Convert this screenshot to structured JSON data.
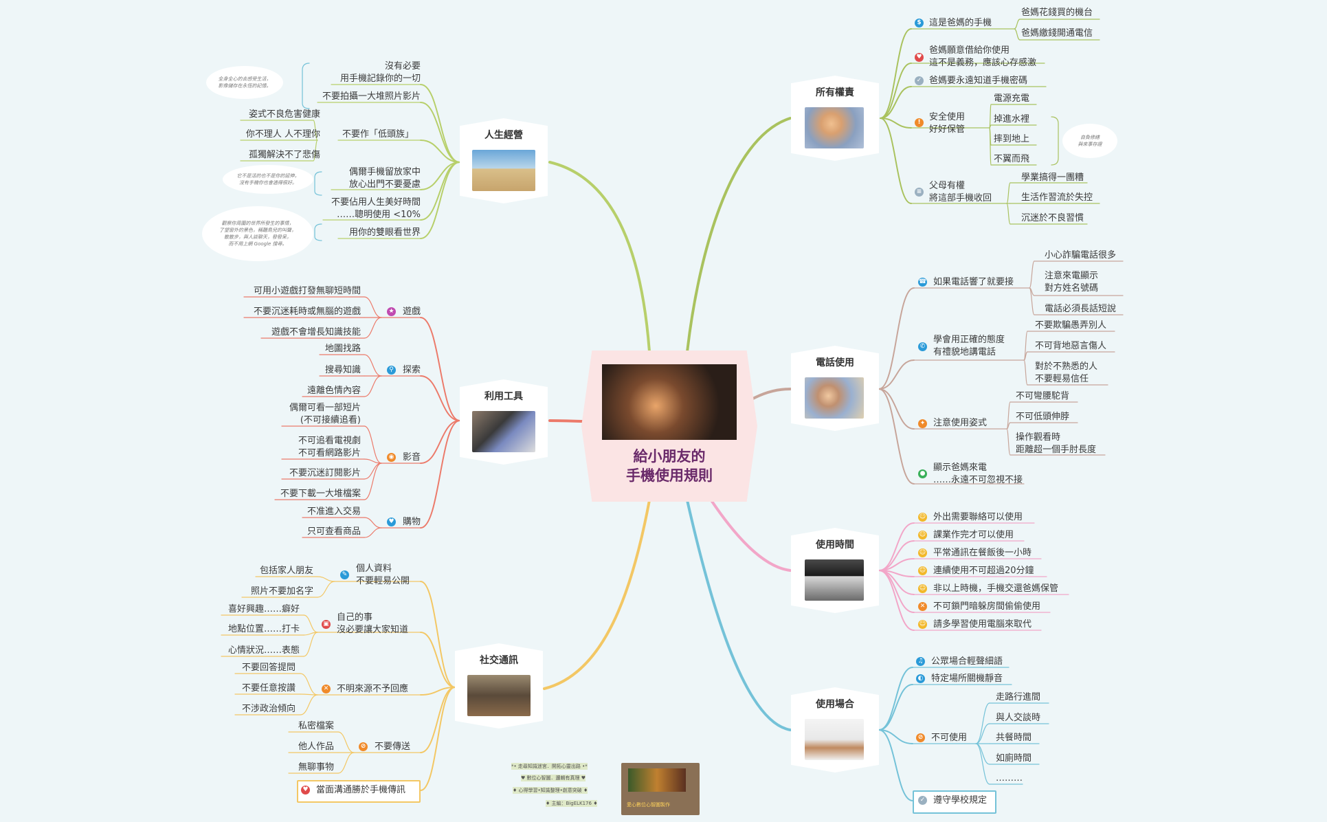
{
  "colors": {
    "rights": "#a9c25e",
    "phone": "#c7a59a",
    "time": "#f2a6c8",
    "place": "#74c2d8",
    "life": "#b7cf6a",
    "tools": "#ec7a6a",
    "social": "#f3c764"
  },
  "center": {
    "title": "給小朋友的\n手機使用規則"
  },
  "branches": {
    "life": {
      "title": "人生經營"
    },
    "tools": {
      "title": "利用工具"
    },
    "social": {
      "title": "社交通訊"
    },
    "rights": {
      "title": "所有權責"
    },
    "phone": {
      "title": "電話使用"
    },
    "time": {
      "title": "使用時間"
    },
    "place": {
      "title": "使用場合"
    }
  },
  "rights": {
    "n1": "這是爸媽的手機",
    "n1a": "爸媽花錢買的機台",
    "n1b": "爸媽繳錢開通電信",
    "n2": "爸媽願意借給你使用\n這不是義務，應該心存感激",
    "n3": "爸媽要永遠知道手機密碼",
    "n4": "安全使用\n好好保管",
    "n4a": "電源充電",
    "n4b": "掉進水裡",
    "n4c": "摔到地上",
    "n4d": "不翼而飛",
    "n4note": "自負修繕\n與來事存證",
    "n5": "父母有權\n將這部手機收回",
    "n5a": "學業搞得一團糟",
    "n5b": "生活作習流於失控",
    "n5c": "沉迷於不良習慣"
  },
  "phone": {
    "p1": "如果電話響了就要接",
    "p1a": "小心詐騙電話很多",
    "p1b": "注意來電顯示\n對方姓名號碼",
    "p1c": "電話必須長話短說",
    "p2": "學會用正確的態度\n有禮貌地講電話",
    "p2a": "不要欺騙愚弄別人",
    "p2b": "不可背地惡言傷人",
    "p2c": "對於不熟悉的人\n不要輕易信任",
    "p3": "注意使用姿式",
    "p3a": "不可彎腰駝背",
    "p3b": "不可低頭伸脖",
    "p3c": "操作觀看時\n距離超一個手肘長度",
    "p4": "顯示爸媽來電\n……永遠不可忽視不接"
  },
  "time": {
    "t1": "外出需要聯絡可以使用",
    "t2": "課業作完才可以使用",
    "t3": "平常通訊在餐飯後一小時",
    "t4": "連續使用不可超過20分鐘",
    "t5": "非以上時機，手機交還爸媽保管",
    "t6": "不可鎖門暗躲房間偷偷使用",
    "t7": "請多學習使用電腦來取代"
  },
  "place": {
    "s1": "公眾場合輕聲細語",
    "s2": "特定場所關機靜音",
    "s3": "不可使用",
    "s3a": "走路行進間",
    "s3b": "與人交談時",
    "s3c": "共餐時間",
    "s3d": "如廁時間",
    "s3e": "………",
    "s4": "遵守學校規定"
  },
  "life": {
    "l1": "沒有必要\n用手機記錄你的一切",
    "l2": "不要拍攝一大堆照片影片",
    "l12note": "全身全心的去感受生活，\n影像儲存在永恆的記憶。",
    "l3": "不要作「低頭族」",
    "l3a": "姿式不良危害健康",
    "l3b": "你不理人 人不理你",
    "l3c": "孤獨解決不了悲傷",
    "l4": "偶爾手機留放家中\n放心出門不要憂慮",
    "l4note": "它不是活的也不是你的延伸，\n沒有手機你也會過得很好。",
    "l5": "不要佔用人生美好時間\n……聰明使用 <10%",
    "l6": "用你的雙眼看世界",
    "l6note": "觀察你周圍的世界所發生的事情，\n了望窗外的景色，稱聽鳥兒的叫聲，\n散散步，與人談聊天，發發呆，\n而不用上網 Google 搜尋。"
  },
  "tools": {
    "g": "遊戲",
    "ga": "可用小遊戲打發無聊短時間",
    "gb": "不要沉迷耗時或無腦的遊戲",
    "gc": "遊戲不會增長知識技能",
    "e": "探索",
    "ea": "地圖找路",
    "eb": "搜尋知識",
    "ec": "遠離色情內容",
    "v": "影音",
    "va": "偶爾可看一部短片\n(不可接續追看)",
    "vb": "不可追看電視劇\n不可看網路影片",
    "vc": "不要沉迷訂閱影片",
    "vd": "不要下載一大堆檔案",
    "b": "購物",
    "ba": "不准進入交易",
    "bb": "只可查看商品"
  },
  "social": {
    "c1": "個人資料\n不要輕易公開",
    "c1a": "包括家人朋友",
    "c1b": "照片不要加名字",
    "c2": "自己的事\n沒必要讓大家知道",
    "c2a": "喜好興趣……癖好",
    "c2b": "地點位置……打卡",
    "c2c": "心情狀況……表態",
    "c3": "不明來源不予回應",
    "c3a": "不要回答提問",
    "c3b": "不要任意按讚",
    "c3c": "不涉政治傾向",
    "c4": "不要傳送",
    "c4a": "私密檔案",
    "c4b": "他人作品",
    "c4c": "無聊事物",
    "c5": "當面溝通勝於手機傳訊"
  },
  "legend": {
    "l1": "*• 走尋知識迷宮．開拓心靈出路 •*",
    "l2": "♥ 數位心智圖．邏輯有真理 ♥",
    "l3": "♦ 心得學習•知識整理•創意突破 ♦",
    "l4": "♦ 主編：BigELK176 ♦",
    "caption": "愛心數位心智圖製作"
  }
}
